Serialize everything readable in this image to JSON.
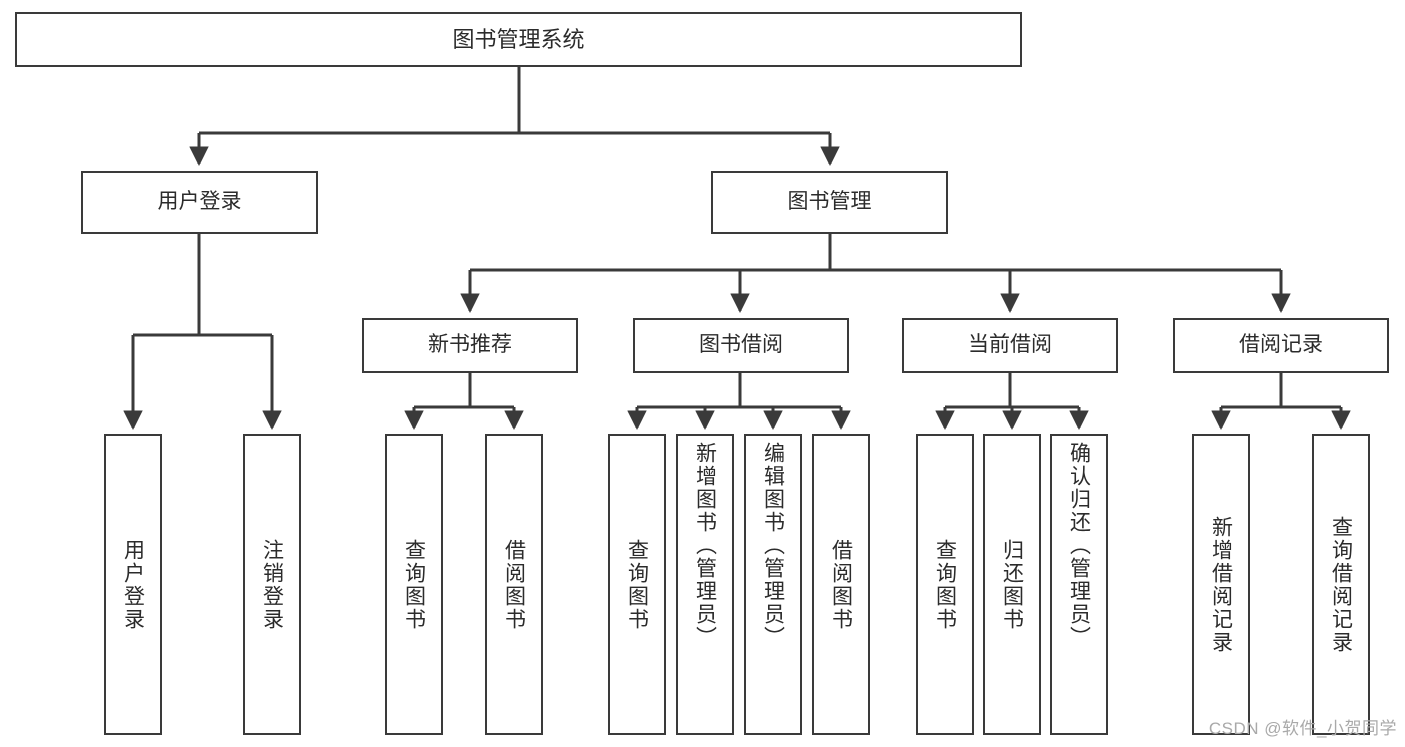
{
  "diagram": {
    "title": "图书管理系统",
    "watermark": "CSDN @软件_小贺同学",
    "line_color": "#3a3a3a",
    "box_fill": "#ffffff",
    "text_color": "#2b2b2b"
  },
  "nodes": {
    "root": {
      "label": "图书管理系统"
    },
    "level1": [
      {
        "label": "用户登录"
      },
      {
        "label": "图书管理"
      }
    ],
    "level2": [
      {
        "label": "新书推荐"
      },
      {
        "label": "图书借阅"
      },
      {
        "label": "当前借阅"
      },
      {
        "label": "借阅记录"
      }
    ],
    "leaves": {
      "user_login": [
        {
          "label": "用户登录"
        },
        {
          "label": "注销登录"
        }
      ],
      "new_book_recommend": [
        {
          "label": "查询图书"
        },
        {
          "label": "借阅图书"
        }
      ],
      "book_borrow": [
        {
          "label": "查询图书"
        },
        {
          "label": "新增图书（管理员）"
        },
        {
          "label": "编辑图书（管理员）"
        },
        {
          "label": "借阅图书"
        }
      ],
      "current_borrow": [
        {
          "label": "查询图书"
        },
        {
          "label": "归还图书"
        },
        {
          "label": "确认归还（管理员）"
        }
      ],
      "borrow_record": [
        {
          "label": "新增借阅记录"
        },
        {
          "label": "查询借阅记录"
        }
      ]
    }
  }
}
